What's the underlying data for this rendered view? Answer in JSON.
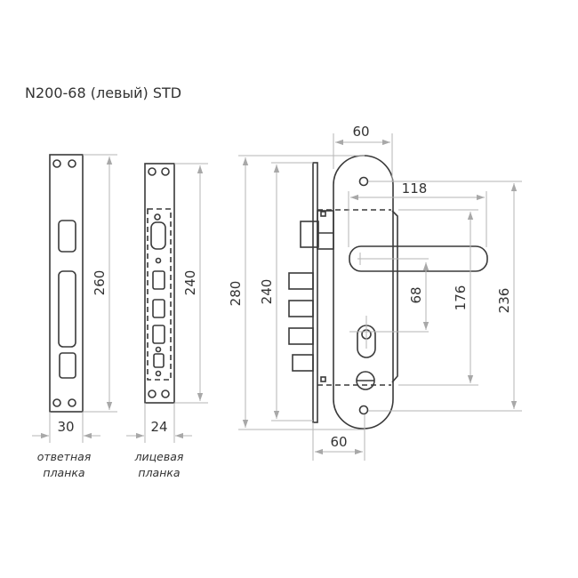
{
  "title": "N200-68 (левый) STD",
  "strike_plate": {
    "caption_line1": "ответная",
    "caption_line2": "планка",
    "height": "260",
    "width": "30"
  },
  "face_plate": {
    "caption_line1": "лицевая",
    "caption_line2": "планка",
    "height": "240",
    "width": "24"
  },
  "lock": {
    "escutcheon_width": "60",
    "total_height": "280",
    "faceplate_height": "240",
    "handle_length": "118",
    "center_distance": "68",
    "dashed_span": "176",
    "screw_distance": "236",
    "backset": "60"
  }
}
